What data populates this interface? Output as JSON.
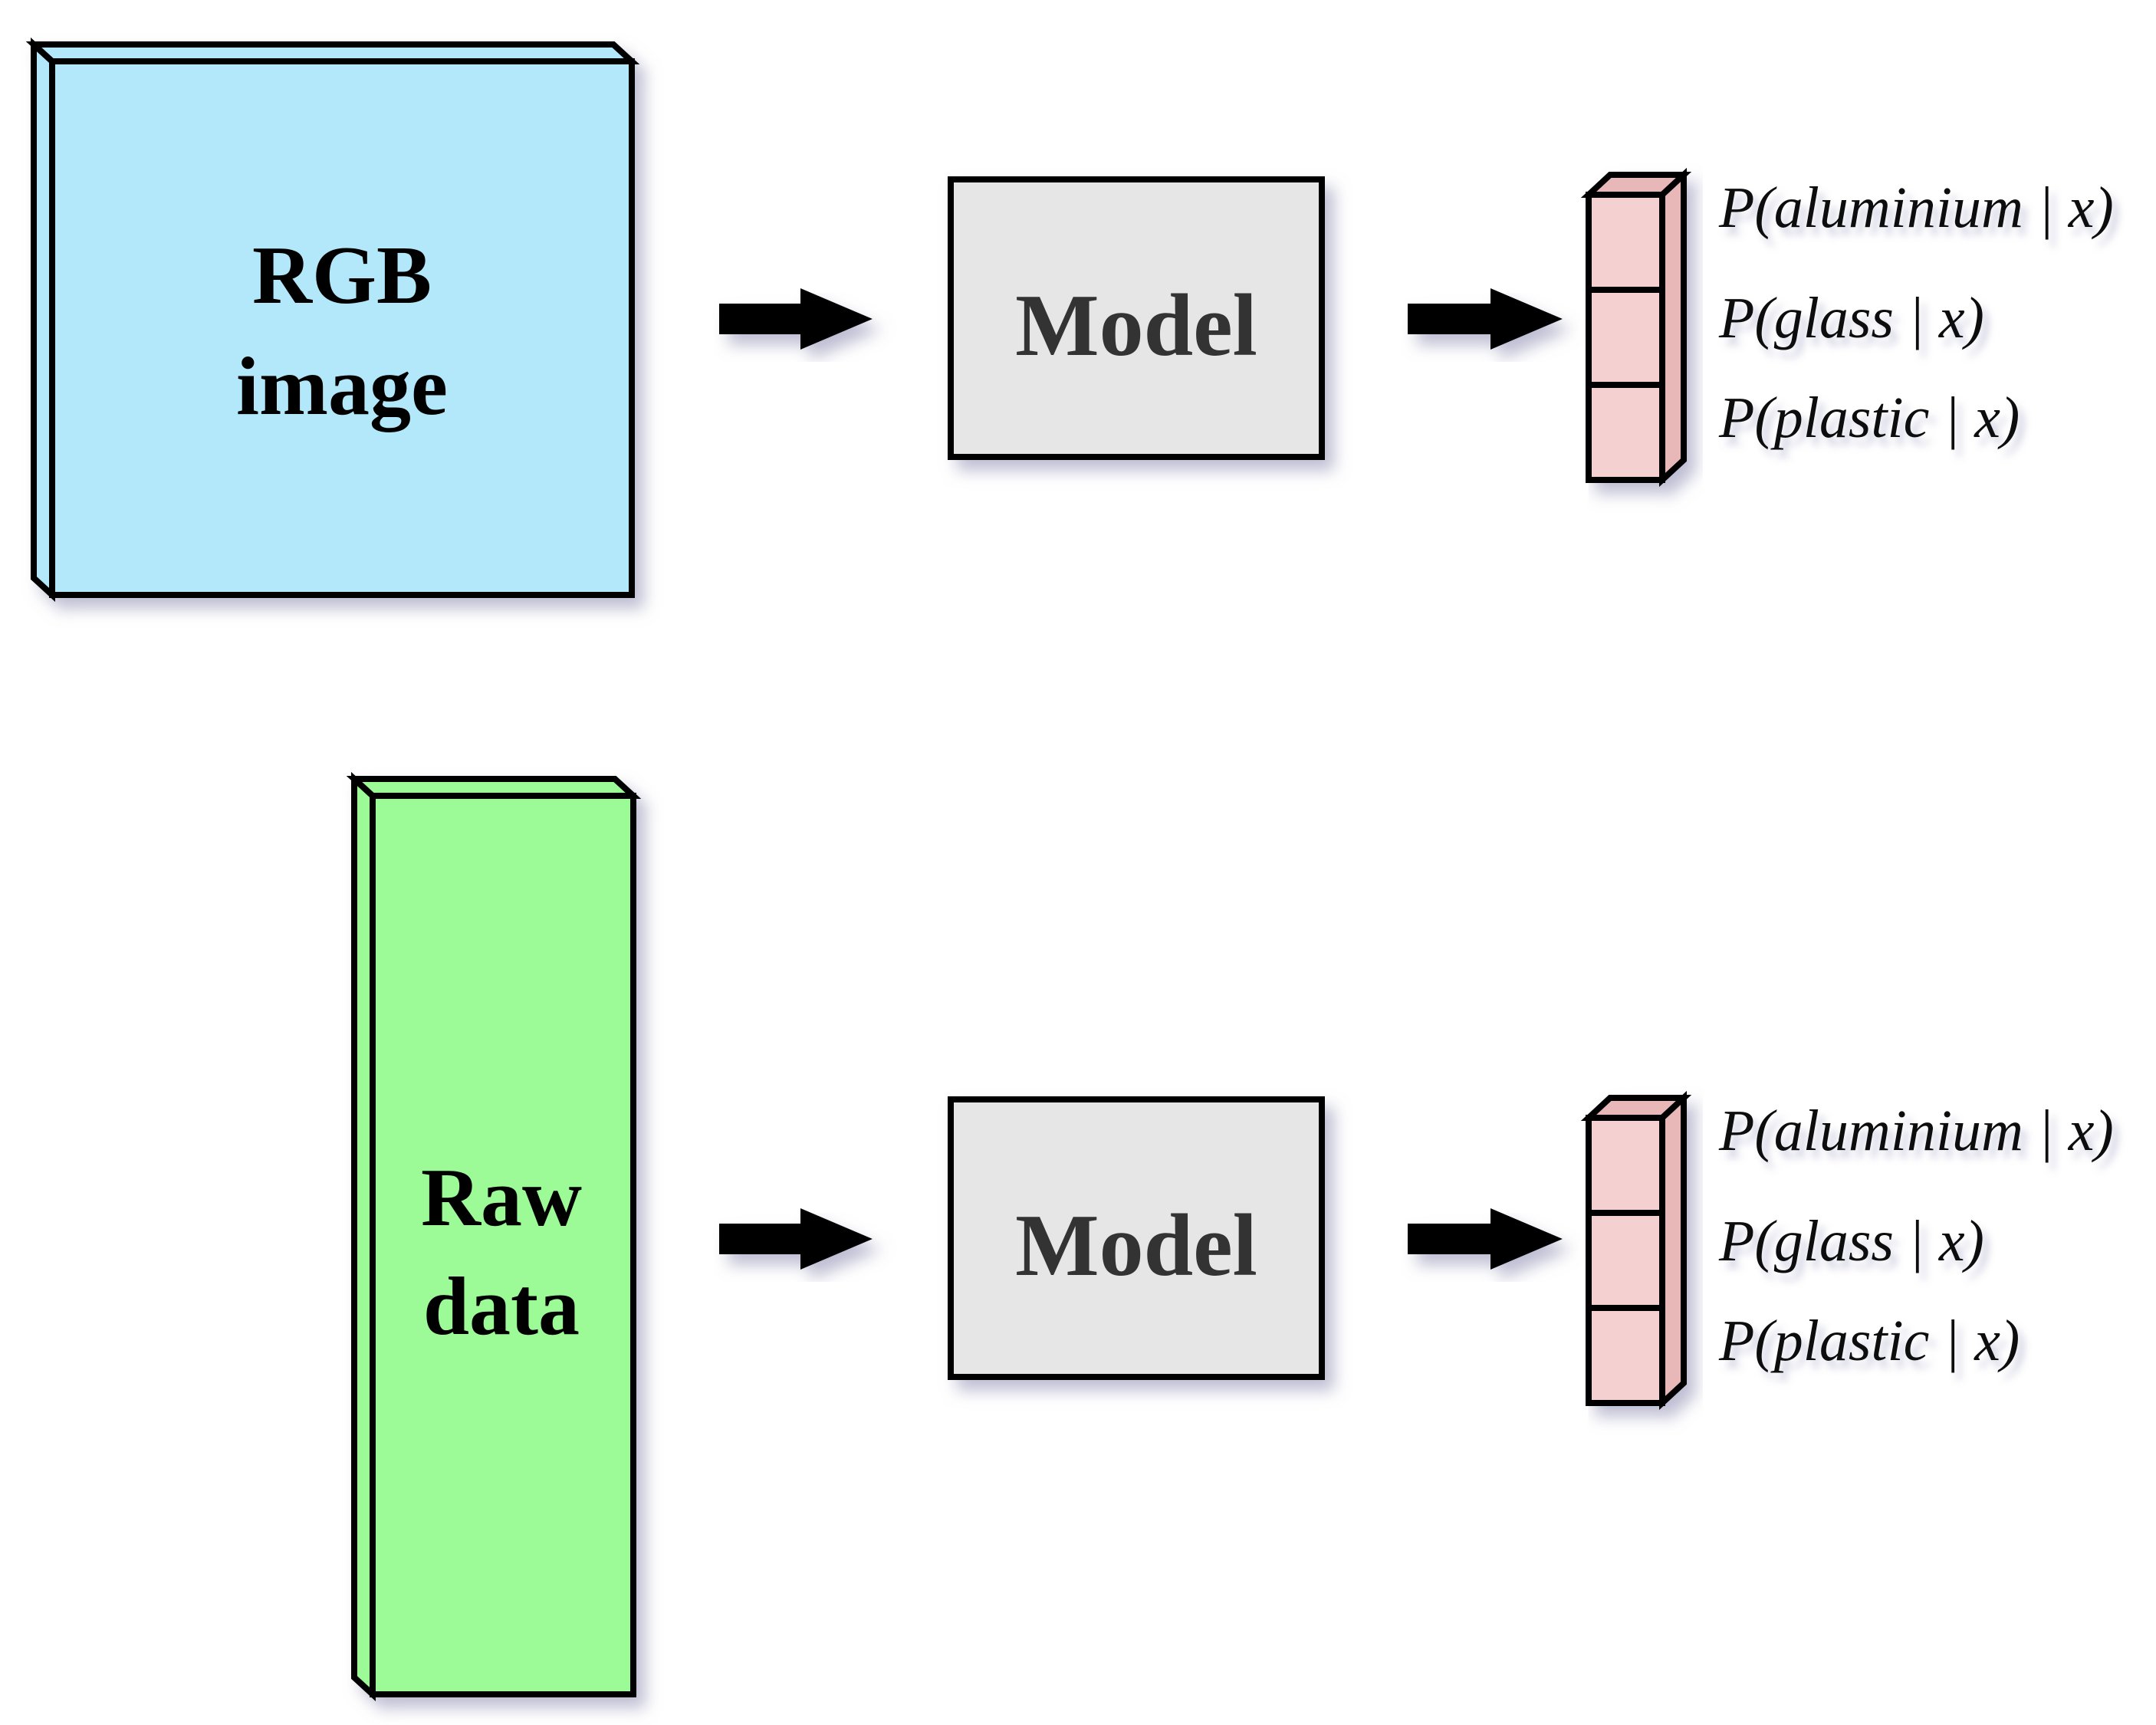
{
  "colors": {
    "rgb_input": "#b3e8fb",
    "raw_input": "#9cfb96",
    "model": "#e6e6e6",
    "output_cell": "#f5d0d0",
    "output_top": "#e8b8b8",
    "arrow": "#000000"
  },
  "rows": [
    {
      "input": {
        "line1": "RGB",
        "line2": "image",
        "icon": "rgb-image-block"
      },
      "model": {
        "label": "Model"
      },
      "outputs": [
        "P(aluminium | x)",
        "P(glass | x)",
        "P(plastic | x)"
      ]
    },
    {
      "input": {
        "line1": "Raw",
        "line2": "data",
        "icon": "raw-data-block"
      },
      "model": {
        "label": "Model"
      },
      "outputs": [
        "P(aluminium | x)",
        "P(glass | x)",
        "P(plastic | x)"
      ]
    }
  ]
}
